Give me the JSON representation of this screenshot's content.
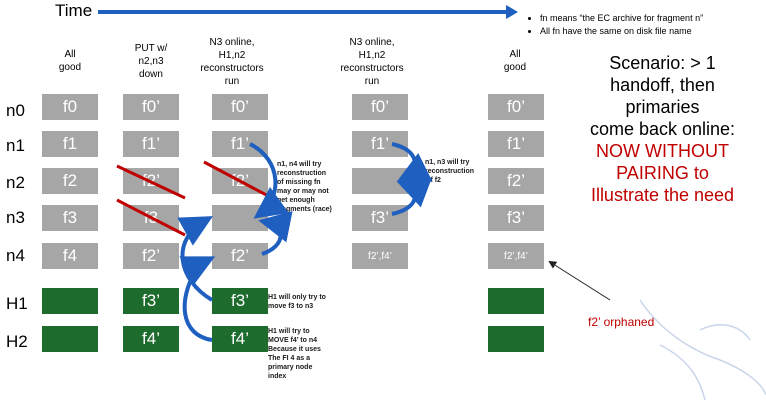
{
  "time_label": "Time",
  "notes": [
    "fn means “the EC archive for fragment n”",
    "All fn have the same on disk file name"
  ],
  "columns": [
    {
      "header": "All\ngood"
    },
    {
      "header": "PUT w/\nn2,n3\ndown"
    },
    {
      "header": "N3 online,\nH1,n2\nreconstructors\nrun"
    },
    {
      "header": "N3 online,\nH1,n2\nreconstructors\nrun"
    },
    {
      "header": "All\ngood"
    }
  ],
  "rows": [
    "n0",
    "n1",
    "n2",
    "n3",
    "n4",
    "H1",
    "H2"
  ],
  "cells": [
    [
      "f0",
      "f1",
      "f2",
      "f3",
      "f4",
      "",
      ""
    ],
    [
      "f0’",
      "f1’",
      "f2’",
      "f3",
      "f2’",
      "f3’",
      "f4’"
    ],
    [
      "f0’",
      "f1’",
      "f2’",
      "",
      "f2’",
      "f3’",
      "f4’"
    ],
    [
      "f0’",
      "f1’",
      "",
      "f3’",
      "f2’,f4’",
      "",
      ""
    ],
    [
      "f0’",
      "f1’",
      "f2’",
      "f3’",
      "f2’,f4’",
      "",
      ""
    ]
  ],
  "annotations": {
    "n1_n4": "n1, n4 will try\nreconstruction\nof missing fn\nmay or may not\nget enough\nfragments (race)",
    "n1_n3": "n1, n3  will try\nreconstruction\nOf f2",
    "h1": "H1 will only try to\nmove f3 to n3",
    "h2": "H1 will try to\nMOVE f4’ to n4\nBecause it uses\nThe FI 4 as a\nprimary node\nindex"
  },
  "scenario": {
    "line1": "Scenario:  > 1",
    "line2": "handoff, then",
    "line3": "primaries",
    "line4": "come back online:",
    "red1": "NOW WITHOUT",
    "red2": "PAIRING to",
    "red3": "Illustrate the need"
  },
  "orphan_label": "f2’ orphaned",
  "colors": {
    "gray_box": "#a6a6a6",
    "green_box": "#1e6b2e",
    "arrow_blue": "#1f5fbf",
    "strike_red": "#c00000",
    "emphasis_red": "#c00000"
  }
}
